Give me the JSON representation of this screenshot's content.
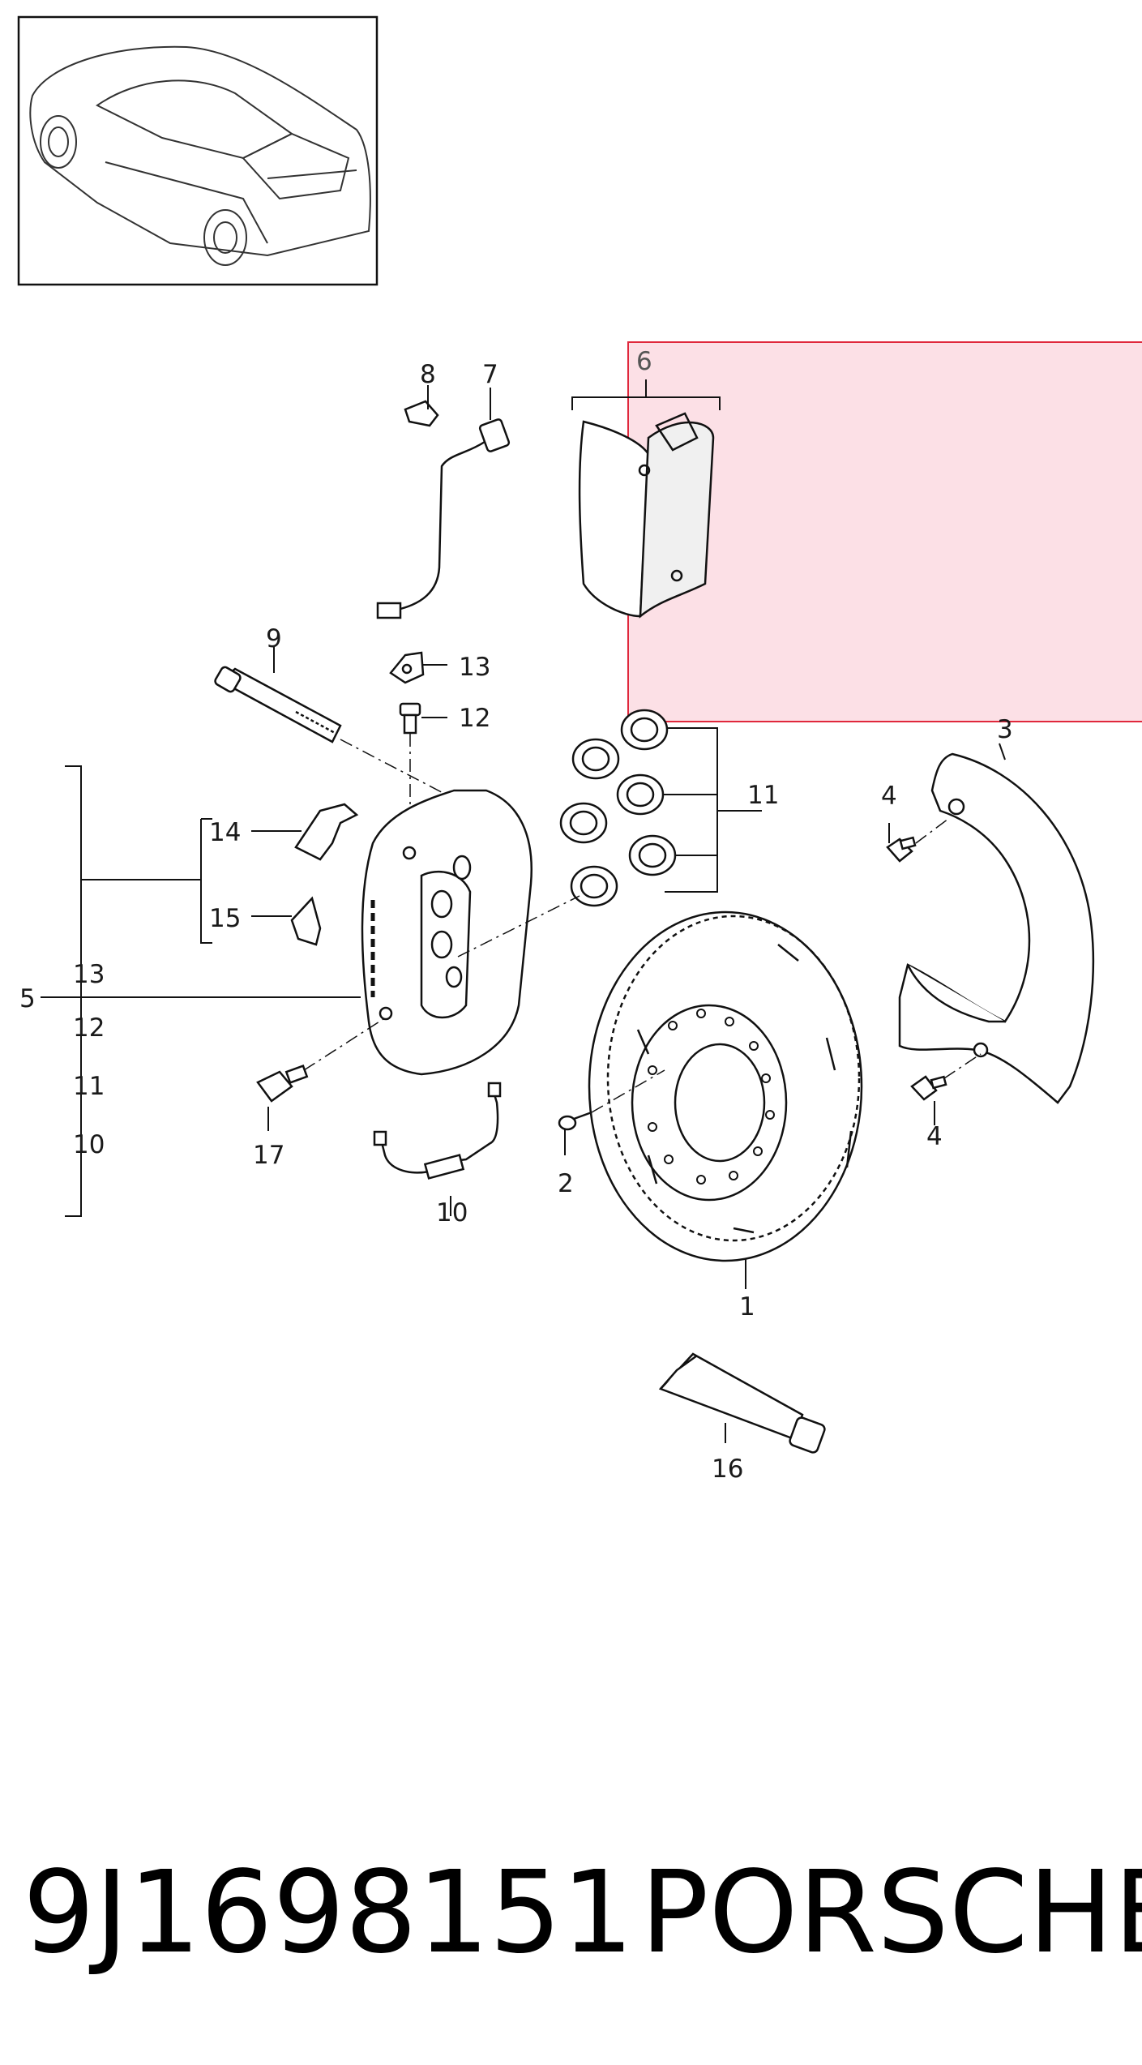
{
  "callouts": {
    "c1": "1",
    "c2": "2",
    "c3": "3",
    "c4a": "4",
    "c4b": "4",
    "c5": "5",
    "c6": "6",
    "c7": "7",
    "c8": "8",
    "c9": "9",
    "c10": "10",
    "c11": "11",
    "c12": "12",
    "c13": "13",
    "c14": "14",
    "c15": "15",
    "c16": "16",
    "c17": "17",
    "kit_list": [
      "13",
      "12",
      "11",
      "10"
    ]
  },
  "highlight": {
    "part": "6",
    "color": "#e0283c"
  },
  "footer": {
    "part_number": "9J1698151",
    "brand": "PORSCHE"
  }
}
